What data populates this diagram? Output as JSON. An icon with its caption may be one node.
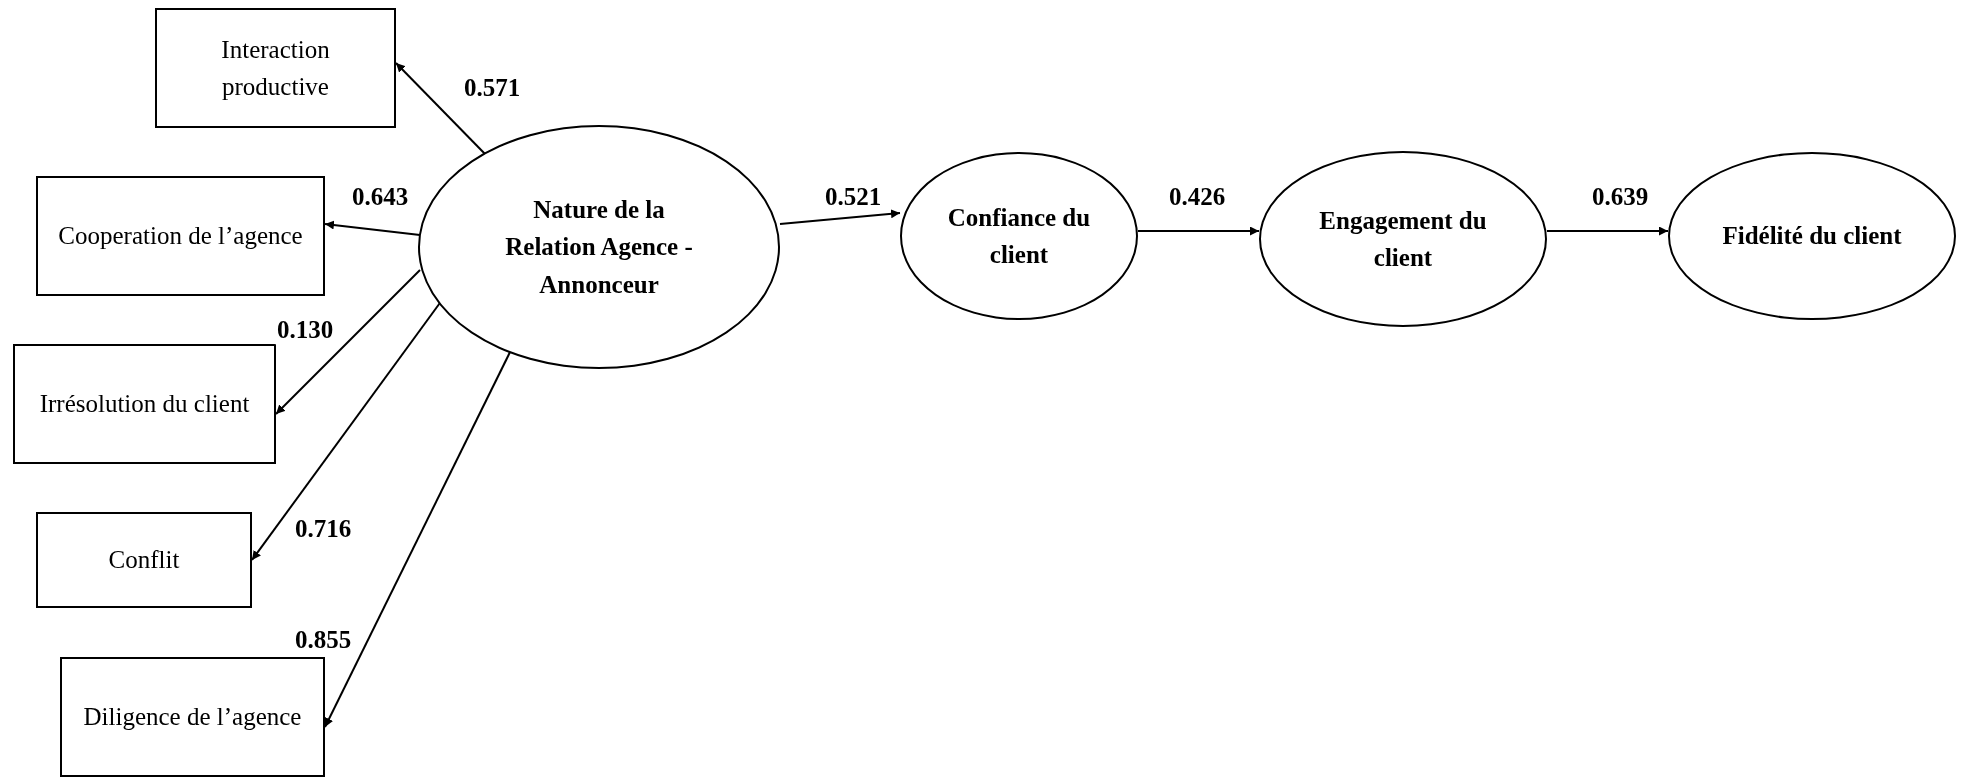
{
  "diagram": {
    "nodes": [
      {
        "text": [
          "Interaction productive"
        ]
      },
      {
        "text": [
          "Cooperation de l’agence"
        ]
      },
      {
        "text": [
          "Irrésolution du client"
        ]
      },
      {
        "text": [
          "Conflit"
        ]
      },
      {
        "text": [
          "Diligence de l’agence"
        ]
      },
      {
        "text": [
          "Nature de la Relation Agence - Annonceur"
        ]
      },
      {
        "text": [
          "Confiance du client"
        ]
      },
      {
        "text": [
          "Engagement du client"
        ]
      },
      {
        "text": [
          "Fidélité du client"
        ]
      }
    ],
    "edges": [
      {
        "from": 5,
        "to": 0,
        "arrow": "to",
        "label": "0.571"
      },
      {
        "from": 5,
        "to": 1,
        "arrow": "to",
        "label": "0.643"
      },
      {
        "from": 5,
        "to": 2,
        "arrow": "to",
        "label": "0.130"
      },
      {
        "from": 5,
        "to": 3,
        "arrow": "to",
        "label": "0.716"
      },
      {
        "from": 5,
        "to": 4,
        "arrow": "to",
        "label": "0.855"
      },
      {
        "from": 5,
        "to": 6,
        "arrow": "to",
        "label": "0.521"
      },
      {
        "from": 6,
        "to": 7,
        "arrow": "to",
        "label": "0.426"
      },
      {
        "from": 7,
        "to": 8,
        "arrow": "to",
        "label": "0.639"
      }
    ]
  }
}
